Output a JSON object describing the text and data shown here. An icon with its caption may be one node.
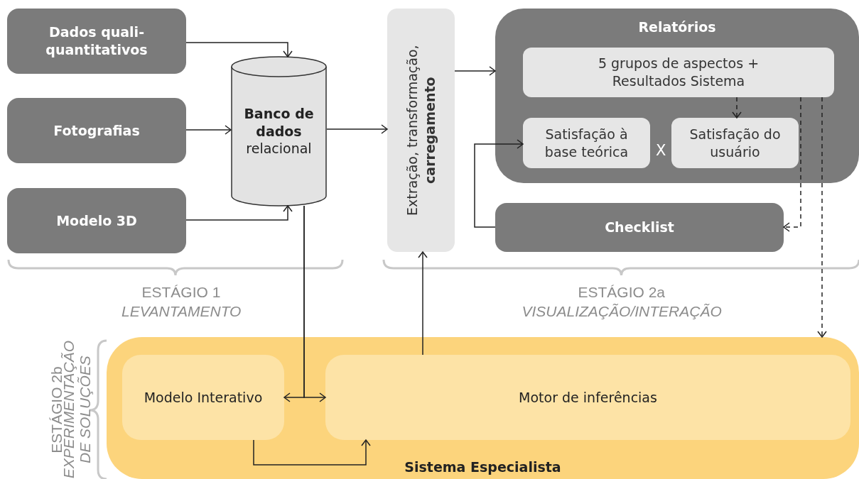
{
  "diagram": {
    "nodes": [
      {
        "text": [
          "Dados quali-quantitativos"
        ]
      },
      {
        "text": [
          "Fotografias"
        ]
      },
      {
        "text": [
          "Modelo 3D"
        ]
      },
      {
        "text": [
          "**Banco de dados** relacional"
        ]
      },
      {
        "text": [
          "Extração, transformação, **carregamento**"
        ]
      },
      {
        "text": [
          "Relatórios"
        ]
      },
      {
        "text": [
          "5 grupos de aspectos + Resultados Sistema"
        ],
        "in": 5
      },
      {
        "text": [
          "Satisfação à base teórica"
        ],
        "in": 5
      },
      {
        "text": [
          "Satisfação do usuário"
        ],
        "in": 5
      },
      {
        "text": [
          "Checklist"
        ]
      },
      {
        "text": [
          "Sistema Especialista"
        ]
      },
      {
        "text": [
          "Modelo Interativo"
        ],
        "in": 10
      },
      {
        "text": [
          "Motor de inferências"
        ],
        "in": 10
      }
    ],
    "edges": [
      {
        "from": 0,
        "to": 3,
        "arrow": "to"
      },
      {
        "from": 1,
        "to": 3,
        "arrow": "to"
      },
      {
        "from": 2,
        "to": 3,
        "arrow": "to"
      },
      {
        "from": 3,
        "to": 4,
        "arrow": "to"
      },
      {
        "from": 4,
        "to": 5,
        "arrow": "to"
      },
      {
        "from": 9,
        "to": 7,
        "arrow": "to"
      },
      {
        "from": 6,
        "to": 8,
        "arrow": "to",
        "style": "dashed"
      },
      {
        "from": 6,
        "to": 9,
        "arrow": "to",
        "style": "dashed"
      },
      {
        "from": 6,
        "to": 10,
        "arrow": "to",
        "style": "dashed"
      },
      {
        "from": 3,
        "to": 11,
        "arrow": "to"
      },
      {
        "from": 3,
        "to": 12,
        "arrow": "to"
      },
      {
        "from": 11,
        "to": 12,
        "arrow": "to"
      },
      {
        "from": 12,
        "to": 4,
        "arrow": "to"
      }
    ],
    "labels": [
      "ESTÁGIO 1",
      "LEVANTAMENTO",
      "ESTÁGIO 2a",
      "VISUALIZAÇÃO/INTERAÇÃO",
      "ESTÁGIO 2b",
      "EXPERIMENTAÇÃO DE SOLUÇÕES",
      "X"
    ]
  }
}
